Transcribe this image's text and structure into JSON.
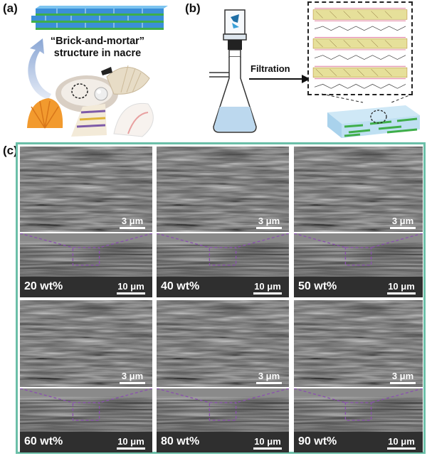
{
  "panels": {
    "a": {
      "label": "(a)",
      "caption_line1": "“Brick-and-mortar”",
      "caption_line2": "structure in nacre"
    },
    "b": {
      "label": "(b)",
      "process_label": "Filtration"
    },
    "c": {
      "label": "(c)"
    }
  },
  "sem": {
    "top_scale": "3 μm",
    "bottom_scale": "10 μm",
    "samples": [
      {
        "wt": "20 wt%"
      },
      {
        "wt": "40 wt%"
      },
      {
        "wt": "50 wt%"
      },
      {
        "wt": "60 wt%"
      },
      {
        "wt": "80 wt%"
      },
      {
        "wt": "90 wt%"
      }
    ]
  },
  "colors": {
    "frame": "#6bbfa8",
    "zoom_guides": "#8a4fb0",
    "brick_blue": "#3b8fd8",
    "mortar_green": "#3fae4a",
    "solution": "#bcd8ee"
  }
}
